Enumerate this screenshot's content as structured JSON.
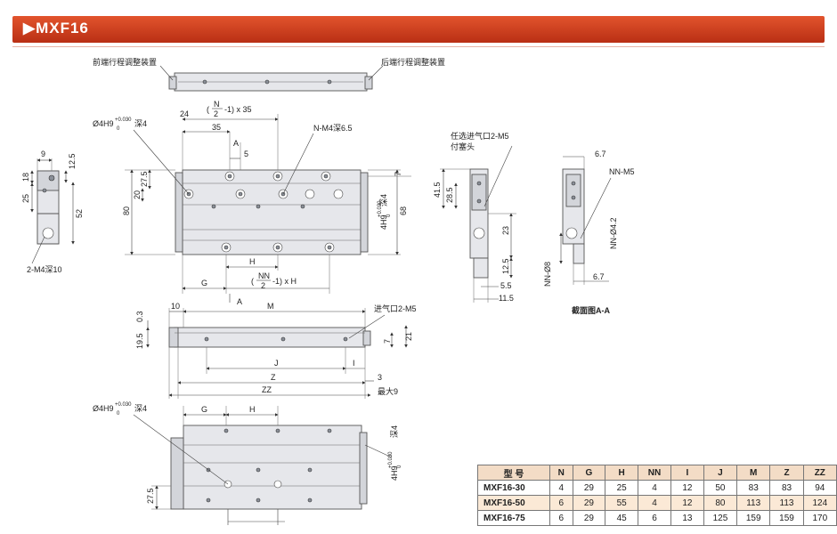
{
  "header": {
    "title": "▶MXF16",
    "color": "#c8381b"
  },
  "top_view_labels": {
    "front_adjuster": "前端行程调整装置",
    "rear_adjuster": "后端行程调整装置"
  },
  "plan_view": {
    "d24": "24",
    "pitch_frac_num": "N",
    "pitch_frac_den": "2",
    "pitch_suffix": "-1) x 35",
    "paren_open": "(",
    "d35": "35",
    "dA": "A",
    "d5": "5",
    "hole_note": "Ø4H9",
    "hole_tol_top": "+0.030",
    "hole_tol_bot": "0",
    "hole_depth": "深4",
    "thread_note": "N-M4深6.5",
    "d7": "7",
    "d27_5": "27.5",
    "d20": "20",
    "d80": "80",
    "d68": "68",
    "side_hole": "4H9",
    "side_tol_top": "+0.030",
    "side_tol_bot": "0",
    "side_depth": "深4",
    "dH": "H",
    "dG": "G",
    "nn_num": "NN",
    "nn_den": "2",
    "nn_suffix": "-1) x H",
    "dA2": "A"
  },
  "left_end_view": {
    "d9": "9",
    "d12_5": "12.5",
    "d18": "18",
    "d25": "25",
    "d52": "52",
    "note": "2-M4深10"
  },
  "side_view": {
    "port": "任选进气口2-M5",
    "plug": "付塞头",
    "d41_5": "41.5",
    "d28_5": "28.5",
    "d23": "23",
    "d12_5": "12.5",
    "d5_5": "5.5",
    "d11_5": "11.5"
  },
  "section_view": {
    "d6_7a": "6.7",
    "nn_m5": "NN-M5",
    "nn_d4_2": "NN-Ø4.2",
    "nn_d8": "NN-Ø8",
    "d6_7b": "6.7",
    "caption": "截面图A-A"
  },
  "front_view": {
    "d10": "10",
    "dM": "M",
    "d0_3": "0.3",
    "d19_5": "19.5",
    "port": "进气口2-M5",
    "d7": "7",
    "d21": "21",
    "dJ": "J",
    "dI": "I",
    "dZ": "Z",
    "d3": "3",
    "dZZ": "ZZ",
    "max9": "最大9"
  },
  "bottom_view": {
    "hole_note": "Ø4H9",
    "hole_tol_top": "+0.030",
    "hole_tol_bot": "0",
    "hole_depth": "深4",
    "dG": "G",
    "dH": "H",
    "side_hole": "4H9",
    "side_tol_top": "+0.030",
    "side_tol_bot": "0",
    "side_depth": "深4",
    "d27_5": "27.5"
  },
  "spec_table": {
    "headers": [
      "型 号",
      "N",
      "G",
      "H",
      "NN",
      "I",
      "J",
      "M",
      "Z",
      "ZZ"
    ],
    "rows": [
      [
        "MXF16-30",
        "4",
        "29",
        "25",
        "4",
        "12",
        "50",
        "83",
        "83",
        "94"
      ],
      [
        "MXF16-50",
        "6",
        "29",
        "55",
        "4",
        "12",
        "80",
        "113",
        "113",
        "124"
      ],
      [
        "MXF16-75",
        "6",
        "29",
        "45",
        "6",
        "13",
        "125",
        "159",
        "159",
        "170"
      ]
    ]
  }
}
